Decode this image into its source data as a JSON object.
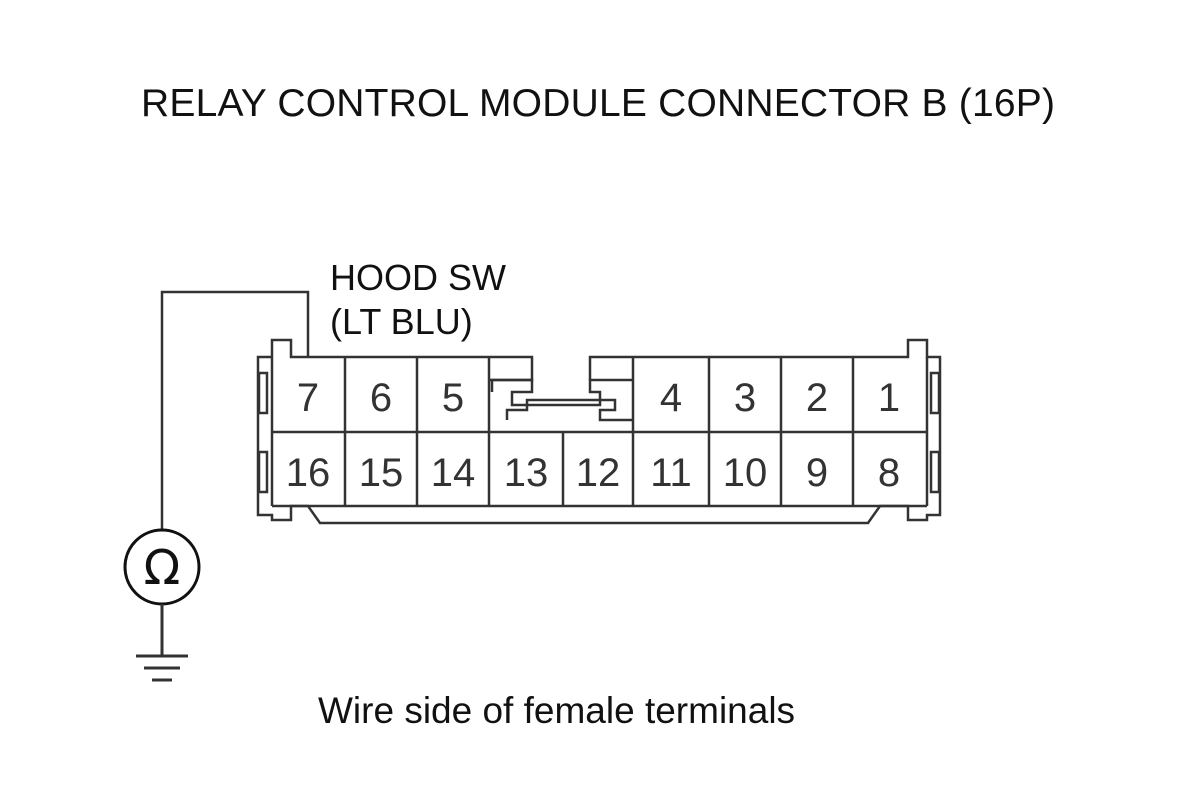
{
  "title": "RELAY CONTROL MODULE CONNECTOR B (16P)",
  "wire_label": {
    "line1": "HOOD SW",
    "line2": "(LT BLU)"
  },
  "caption": "Wire side of female terminals",
  "meter_symbol": "Ω",
  "ground_symbol": "ground-icon",
  "connector": {
    "top_row_left": [
      "7",
      "6",
      "5"
    ],
    "top_row_right": [
      "4",
      "3",
      "2",
      "1"
    ],
    "bottom_row": [
      "16",
      "15",
      "14",
      "13",
      "12",
      "11",
      "10",
      "9",
      "8"
    ],
    "probed_terminal": "7"
  },
  "colors": {
    "line": "#333333",
    "text": "#111111",
    "background": "#ffffff"
  }
}
